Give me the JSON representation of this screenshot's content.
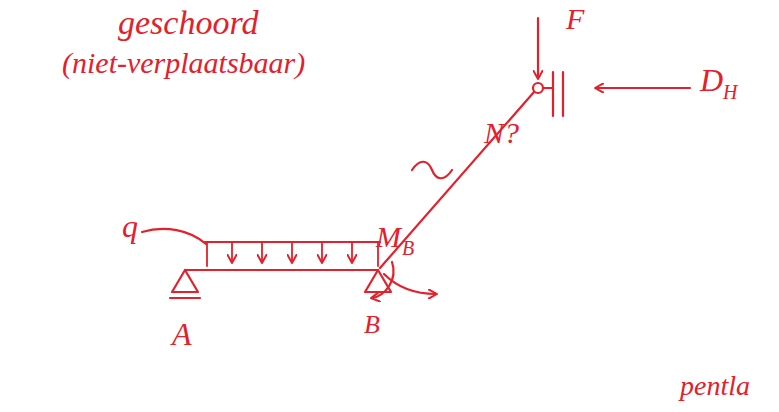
{
  "diagram": {
    "labels": [
      "geschoord",
      "(niet-verplaatsbaar)",
      "F",
      "D",
      "H",
      "N?",
      "q",
      "M",
      "B",
      "A",
      "B",
      "pentla"
    ]
  }
}
